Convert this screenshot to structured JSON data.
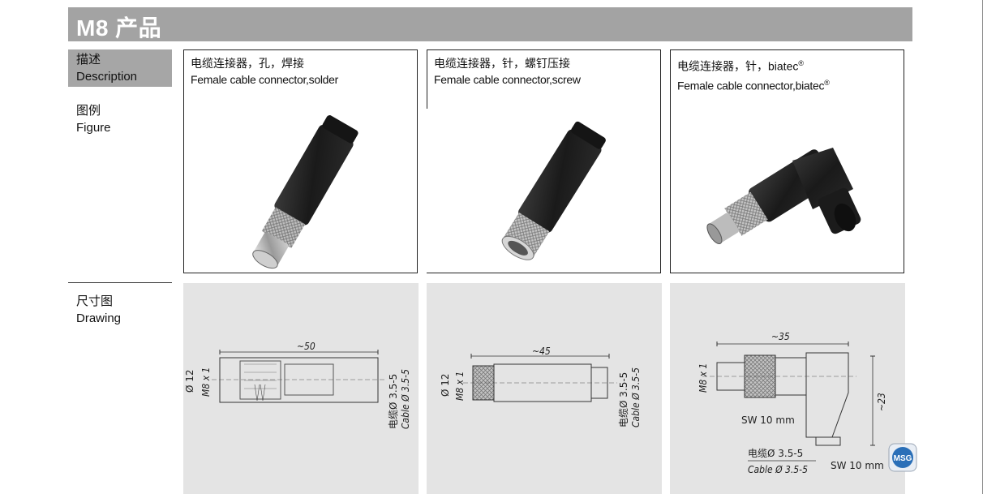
{
  "header": {
    "title": "M8 产品"
  },
  "side": {
    "description_cn": "描述",
    "description_en": "Description",
    "figure_cn": "图例",
    "figure_en": "Figure",
    "drawing_cn": "尺寸图",
    "drawing_en": "Drawing"
  },
  "products": [
    {
      "title_cn": "电缆连接器，孔，焊接",
      "title_en": "Female cable connector,solder"
    },
    {
      "title_cn": "电缆连接器，针，螺钉压接",
      "title_en": "Female cable connector,screw"
    },
    {
      "title_cn": "电缆连接器，针，biatec",
      "title_en": "Female cable connector,biatec",
      "mark": "®"
    }
  ],
  "drawings": [
    {
      "length": "~50",
      "dia": "Ø 12",
      "thread": "M8 x 1",
      "cable_cn": "电缆Ø 3.5-5",
      "cable_en": "Cable Ø 3.5-5"
    },
    {
      "length": "~45",
      "dia": "Ø 12",
      "thread": "M8 x 1",
      "cable_cn": "电缆Ø 3.5-5",
      "cable_en": "Cable Ø 3.5-5"
    },
    {
      "length": "~35",
      "height": "~23",
      "thread": "M8 x 1",
      "sw1": "SW 10 mm",
      "sw2": "SW 10 mm",
      "cable_cn": "电缆Ø 3.5-5",
      "cable_en": "Cable Ø 3.5-5"
    }
  ],
  "logo": {
    "text": "MSG"
  },
  "colors": {
    "header_bg": "#a3a3a3",
    "drawing_bg": "#e4e4e4",
    "logo_blue": "#2a6fb8"
  }
}
